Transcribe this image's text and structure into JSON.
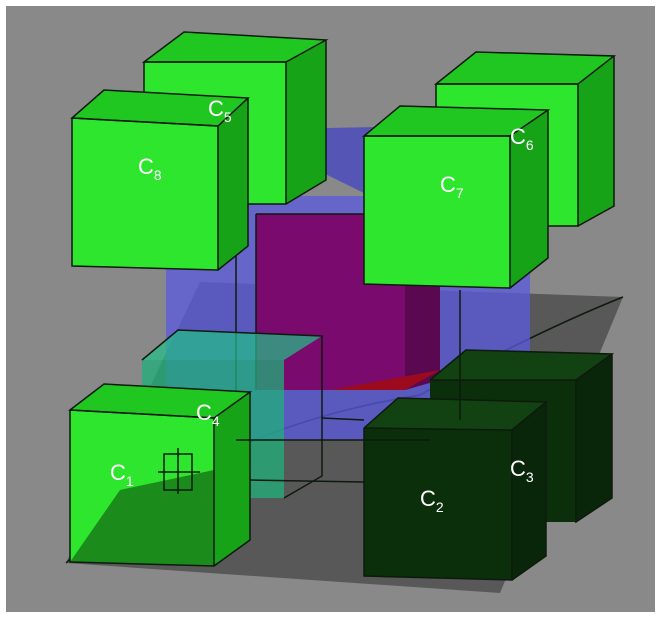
{
  "labels": {
    "c1": {
      "base": "C",
      "sub": "1"
    },
    "c2": {
      "base": "C",
      "sub": "2"
    },
    "c3": {
      "base": "C",
      "sub": "3"
    },
    "c4": {
      "base": "C",
      "sub": "4"
    },
    "c5": {
      "base": "C",
      "sub": "5"
    },
    "c6": {
      "base": "C",
      "sub": "6"
    },
    "c7": {
      "base": "C",
      "sub": "7"
    },
    "c8": {
      "base": "C",
      "sub": "8"
    }
  },
  "colors": {
    "background": "#898989",
    "green_front": "#2ee62e",
    "green_top": "#21c721",
    "green_side": "#17a317",
    "dark_front": "#0b2f0b",
    "dark_top": "#124212",
    "dark_side": "#0a260a",
    "blue_slab": "#5a5ae0",
    "magenta_cube": "#7a0a6e",
    "red_band": "#9c0a1e",
    "shadow_plane": "#3a3a3a"
  }
}
